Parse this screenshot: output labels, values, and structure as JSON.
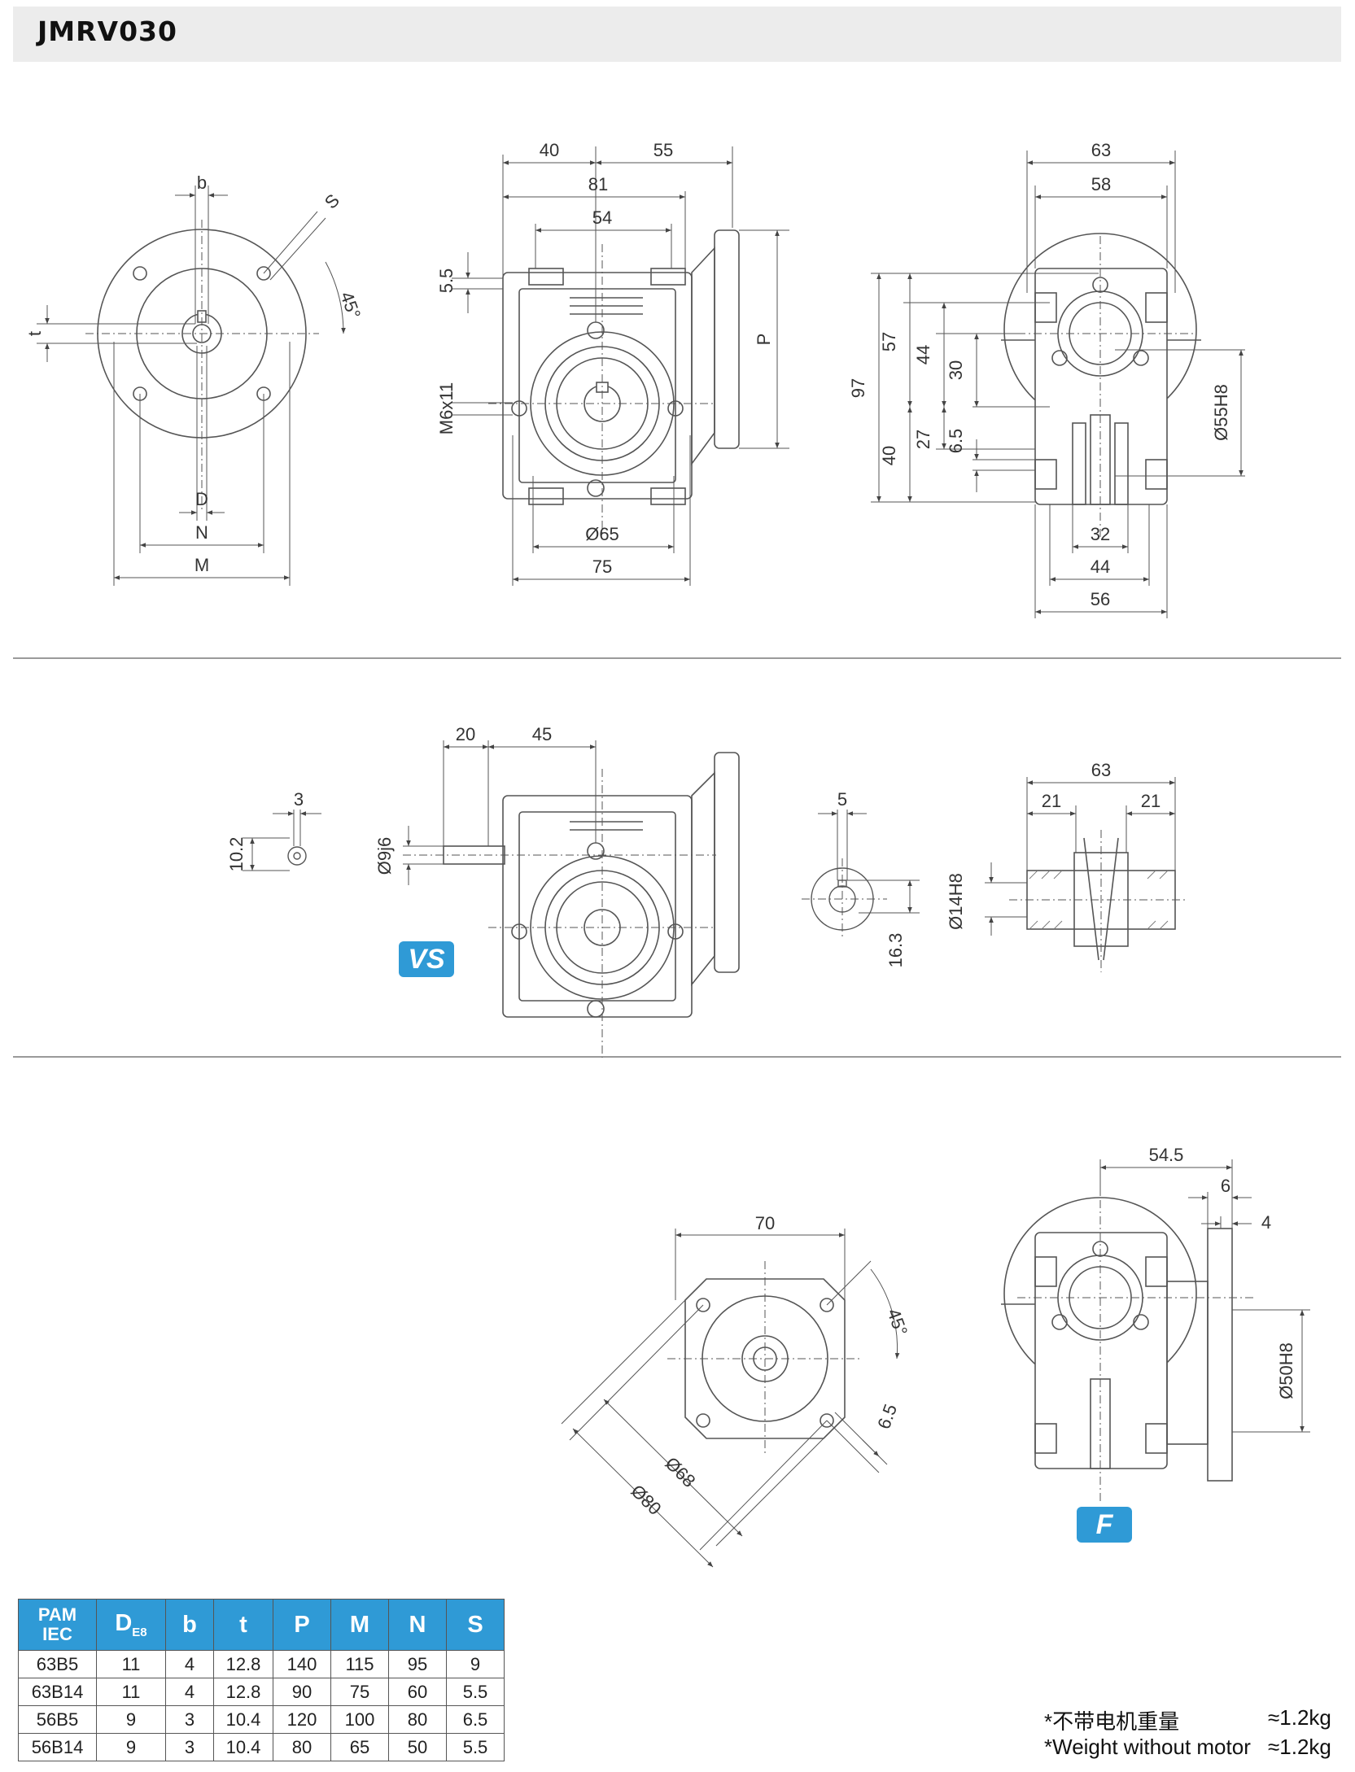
{
  "page": {
    "title": "JMRV030"
  },
  "top_section": {
    "flange_view": {
      "b": "b",
      "s": "S",
      "angle": "45°",
      "t": "t",
      "d": "D",
      "n": "N",
      "m": "M"
    },
    "side_view": {
      "d40": "40",
      "d55": "55",
      "d81": "81",
      "d54": "54",
      "d5_5": "5.5",
      "m6x11": "M6x11",
      "p": "P",
      "phi65": "Ø65",
      "d75": "75"
    },
    "end_view": {
      "d63": "63",
      "d58": "58",
      "d97": "97",
      "d57": "57",
      "d44v": "44",
      "d30": "30",
      "d40v": "40",
      "d27": "27",
      "d6_5": "6.5",
      "phi55h8": "Ø55H8",
      "d32": "32",
      "d44": "44",
      "d56": "56"
    }
  },
  "middle_section": {
    "key_detail": {
      "d3": "3",
      "d10_2": "10.2"
    },
    "vs_view": {
      "d20": "20",
      "d45": "45",
      "phi9j6": "Ø9j6",
      "badge": "VS"
    },
    "bore_detail": {
      "d5": "5",
      "d16_3": "16.3"
    },
    "shaft_view": {
      "d63": "63",
      "d21a": "21",
      "d21b": "21",
      "phi14h8": "Ø14H8"
    }
  },
  "bottom_section": {
    "flange_f": {
      "d70": "70",
      "angle": "45°",
      "d6_5": "6.5",
      "phi68": "Ø68",
      "phi80": "Ø80"
    },
    "f_view": {
      "d54_5": "54.5",
      "d6": "6",
      "d4": "4",
      "phi50h8": "Ø50H8",
      "badge": "F"
    }
  },
  "spec_table": {
    "header_pam": "PAM",
    "header_iec": "IEC",
    "header_de_main": "D",
    "header_de_sub": "E8",
    "headers": [
      "b",
      "t",
      "P",
      "M",
      "N",
      "S"
    ],
    "rows": [
      [
        "63B5",
        "11",
        "4",
        "12.8",
        "140",
        "115",
        "95",
        "9"
      ],
      [
        "63B14",
        "11",
        "4",
        "12.8",
        "90",
        "75",
        "60",
        "5.5"
      ],
      [
        "56B5",
        "9",
        "3",
        "10.4",
        "120",
        "100",
        "80",
        "6.5"
      ],
      [
        "56B14",
        "9",
        "3",
        "10.4",
        "80",
        "65",
        "50",
        "5.5"
      ]
    ]
  },
  "weight_note": {
    "cn_label": "*不带电机重量",
    "en_label": "*Weight without motor",
    "value": "≈1.2kg"
  }
}
